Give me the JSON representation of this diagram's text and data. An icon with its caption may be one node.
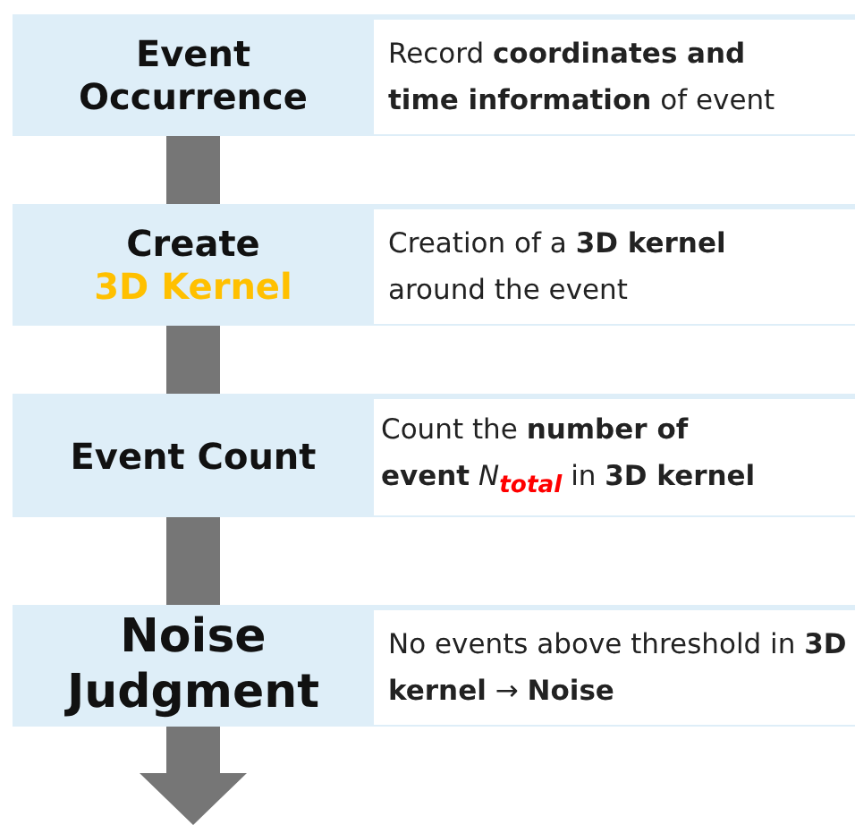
{
  "diagram": {
    "nodes": [
      {
        "text": [
          "Event Occurrence"
        ]
      },
      {
        "text": [
          "Record **coordinates and time information** of event"
        ],
        "in": 0
      },
      {
        "text": [
          "Create",
          "3D Kernel"
        ]
      },
      {
        "text": [
          "Creation of a **3D kernel** around the event"
        ],
        "in": 2
      },
      {
        "text": [
          "Event Count"
        ]
      },
      {
        "text": [
          "Count the **number of event** *N*$_{total}$ in **3D kernel**"
        ],
        "in": 4
      },
      {
        "text": [
          "Noise Judgment"
        ]
      },
      {
        "text": [
          "No events above threshold in **3D kernel** → **Noise**"
        ],
        "in": 6
      }
    ],
    "edges": [
      {
        "from": 0,
        "to": 2,
        "arrow": "none"
      },
      {
        "from": 2,
        "to": 4,
        "arrow": "none"
      },
      {
        "from": 4,
        "to": 6,
        "arrow": "none"
      },
      {
        "from": 6,
        "to": null,
        "arrow": "to"
      }
    ]
  }
}
